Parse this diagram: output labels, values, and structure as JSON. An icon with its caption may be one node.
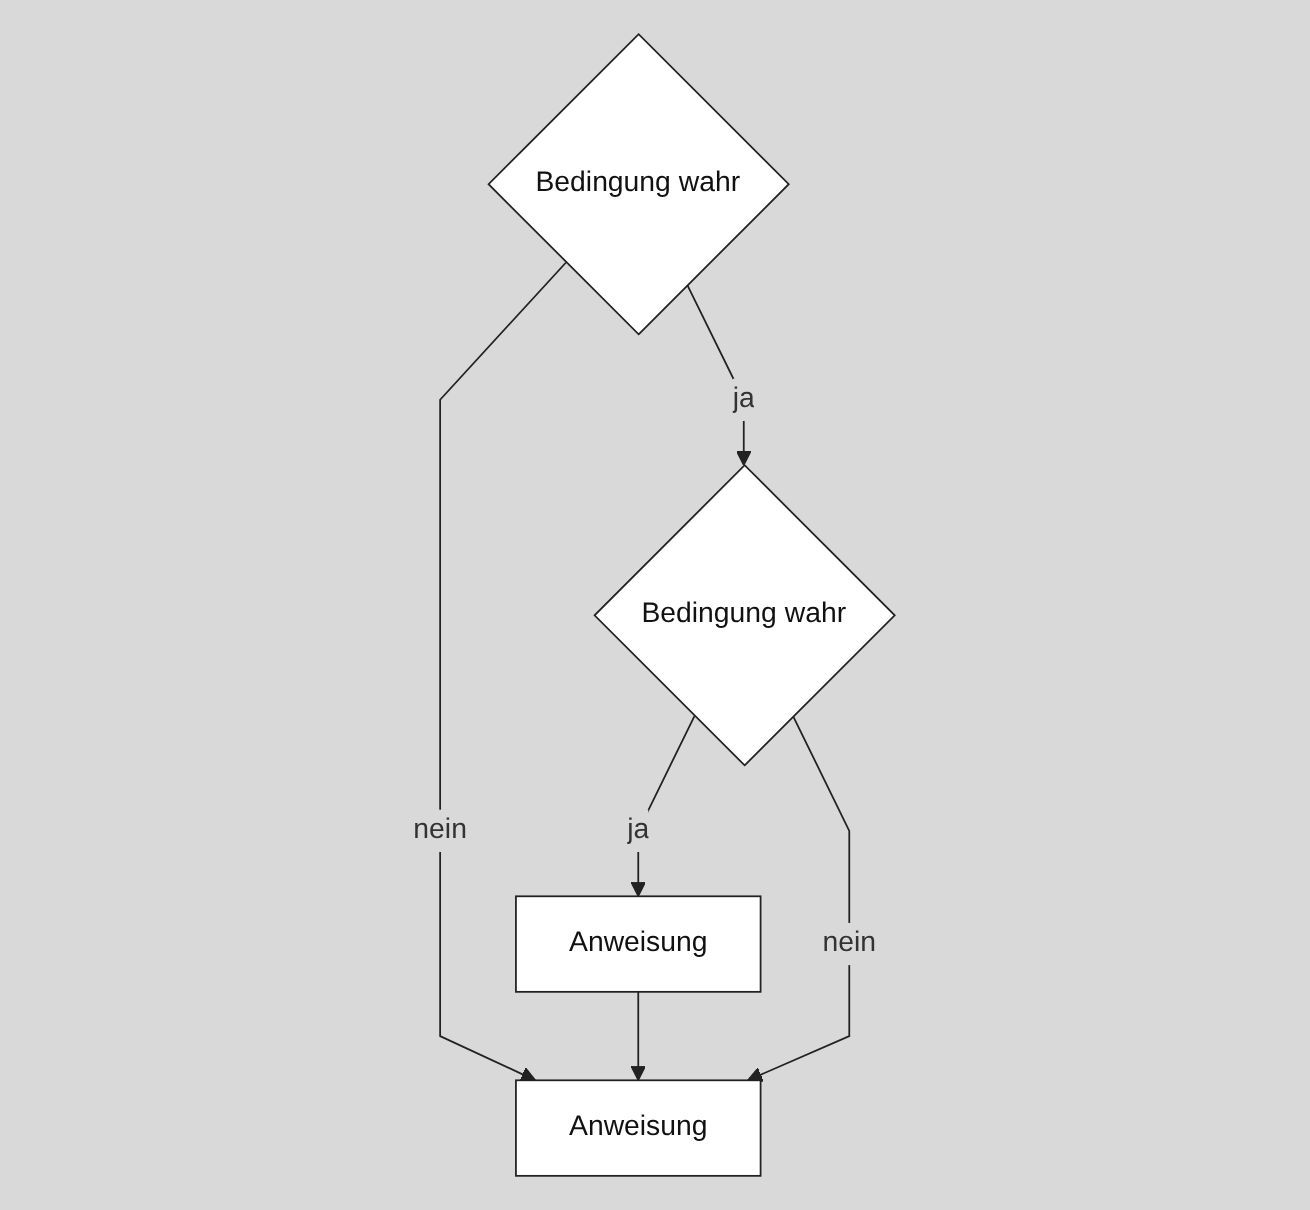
{
  "diagram": {
    "nodes": [
      {
        "text": [
          "Bedingung wahr"
        ]
      },
      {
        "text": [
          "Bedingung wahr"
        ]
      },
      {
        "text": [
          "Anweisung"
        ]
      },
      {
        "text": [
          "Anweisung"
        ]
      }
    ],
    "edges": [
      {
        "from": 0,
        "to": 1,
        "arrow": "to",
        "label": "ja"
      },
      {
        "from": 1,
        "to": 2,
        "arrow": "to",
        "label": "ja"
      },
      {
        "from": 0,
        "to": 3,
        "arrow": "to",
        "label": "nein"
      },
      {
        "from": 2,
        "to": 3,
        "arrow": "to"
      },
      {
        "from": 1,
        "to": 3,
        "arrow": "to",
        "label": "nein"
      }
    ]
  }
}
